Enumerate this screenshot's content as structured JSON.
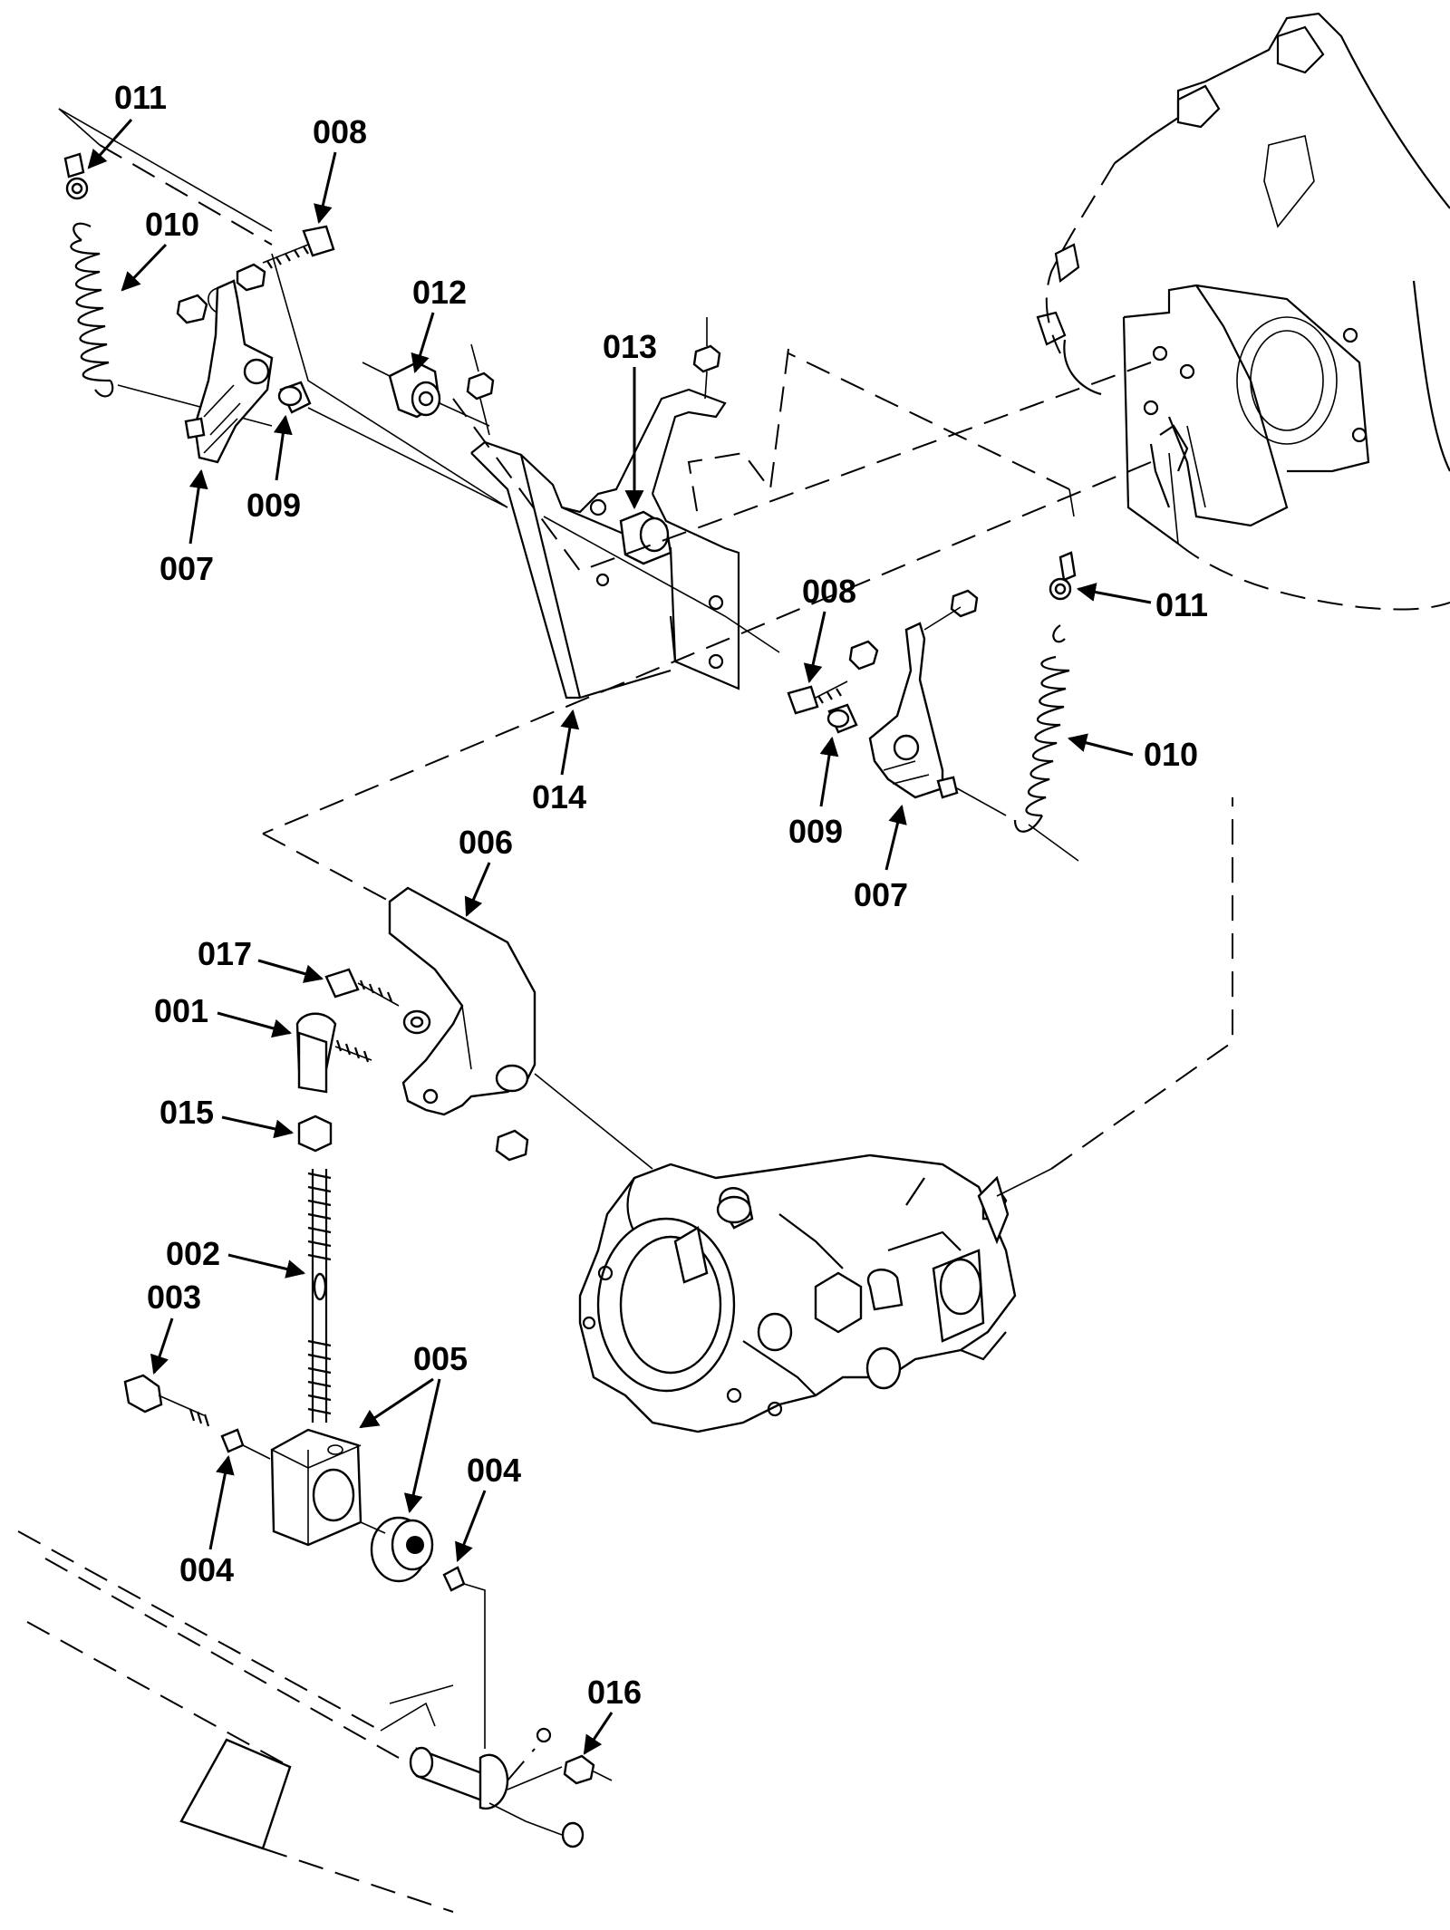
{
  "callouts": [
    {
      "id": "011",
      "label": "011"
    },
    {
      "id": "008",
      "label": "008"
    },
    {
      "id": "010",
      "label": "010"
    },
    {
      "id": "012",
      "label": "012"
    },
    {
      "id": "013",
      "label": "013"
    },
    {
      "id": "009",
      "label": "009"
    },
    {
      "id": "007",
      "label": "007"
    },
    {
      "id": "011b",
      "label": "011"
    },
    {
      "id": "008b",
      "label": "008"
    },
    {
      "id": "010b",
      "label": "010"
    },
    {
      "id": "014",
      "label": "014"
    },
    {
      "id": "009b",
      "label": "009"
    },
    {
      "id": "007b",
      "label": "007"
    },
    {
      "id": "006",
      "label": "006"
    },
    {
      "id": "017",
      "label": "017"
    },
    {
      "id": "001",
      "label": "001"
    },
    {
      "id": "015",
      "label": "015"
    },
    {
      "id": "002",
      "label": "002"
    },
    {
      "id": "003",
      "label": "003"
    },
    {
      "id": "005",
      "label": "005"
    },
    {
      "id": "004",
      "label": "004"
    },
    {
      "id": "004b",
      "label": "004"
    },
    {
      "id": "016",
      "label": "016"
    }
  ]
}
